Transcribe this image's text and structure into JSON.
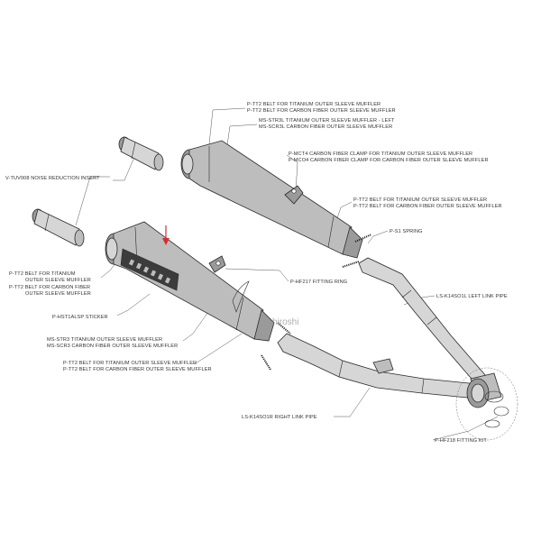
{
  "labels": {
    "tt2_top_1": "P-TT2  BELT FOR TITANIUM OUTER SLEEVE MUFFLER",
    "tt2_top_2": "P-TT2  BELT FOR CARBON FIBER OUTER SLEEVE MUFFLER",
    "ms_str3l": "MS-STR3L  TITANIUM OUTER SLEEVE MUFFLER - LEFT",
    "ms_scr3l": "MS-SCR3L  CARBON FIBER OUTER SLEEVE MUFFLER",
    "mct4": "P-MCT4  CARBON FIBER CLAMP FOR TITANIUM OUTER SLEEVE MUFFLER",
    "mco4": "P-MCO4  CARBON FIBER CLAMP FOR CARBON FIBER OUTER SLEEVE MUFFLER",
    "tuv008": "V-TUV008  NOISE REDUCTION INSERT",
    "tt2_right_1": "P-TT2  BELT FOR TITANIUM OUTER SLEEVE MUFFLER",
    "tt2_right_2": "P-TT2  BELT FOR CARBON FIBER OUTER SLEEVE MUFFLER",
    "spring": "P-S1  SPRING",
    "tt2_left_1": "P-TT2  BELT FOR TITANIUM",
    "tt2_left_1b": "OUTER SLEEVE MUFFLER",
    "tt2_left_2": "P-TT2  BELT FOR CARBON FIBER",
    "tt2_left_2b": "OUTER SLEEVE MUFFLER",
    "hf217": "P-HF217  FITTING RING",
    "left_link": "LS-K14SO1L  LEFT LINK PIPE",
    "sticker": "P-HST1ALSP  STICKER",
    "ms_str3": "MS-STR3  TITANIUM OUTER SLEEVE MUFFLER",
    "ms_scr3": "MS-SCR3  CARBON FIBER OUTER SLEEVE MUFFLER",
    "tt2_bot_1": "P-TT2  BELT FOR TITANIUM OUTER SLEEVE MUFFLER",
    "tt2_bot_2": "P-TT2  BELT FOR CARBON FIBER OUTER SLEEVE MUFFLER",
    "right_link": "LS-K14SO1R  RIGHT LINK PIPE",
    "hf218": "P-HF218  FITTING KIT"
  },
  "watermark": "hiroshi",
  "colors": {
    "part_fill": "#bdbdbd",
    "outline": "#2a2a2a",
    "arrow": "#d32f2f",
    "watermark": "#8a8a8a"
  }
}
